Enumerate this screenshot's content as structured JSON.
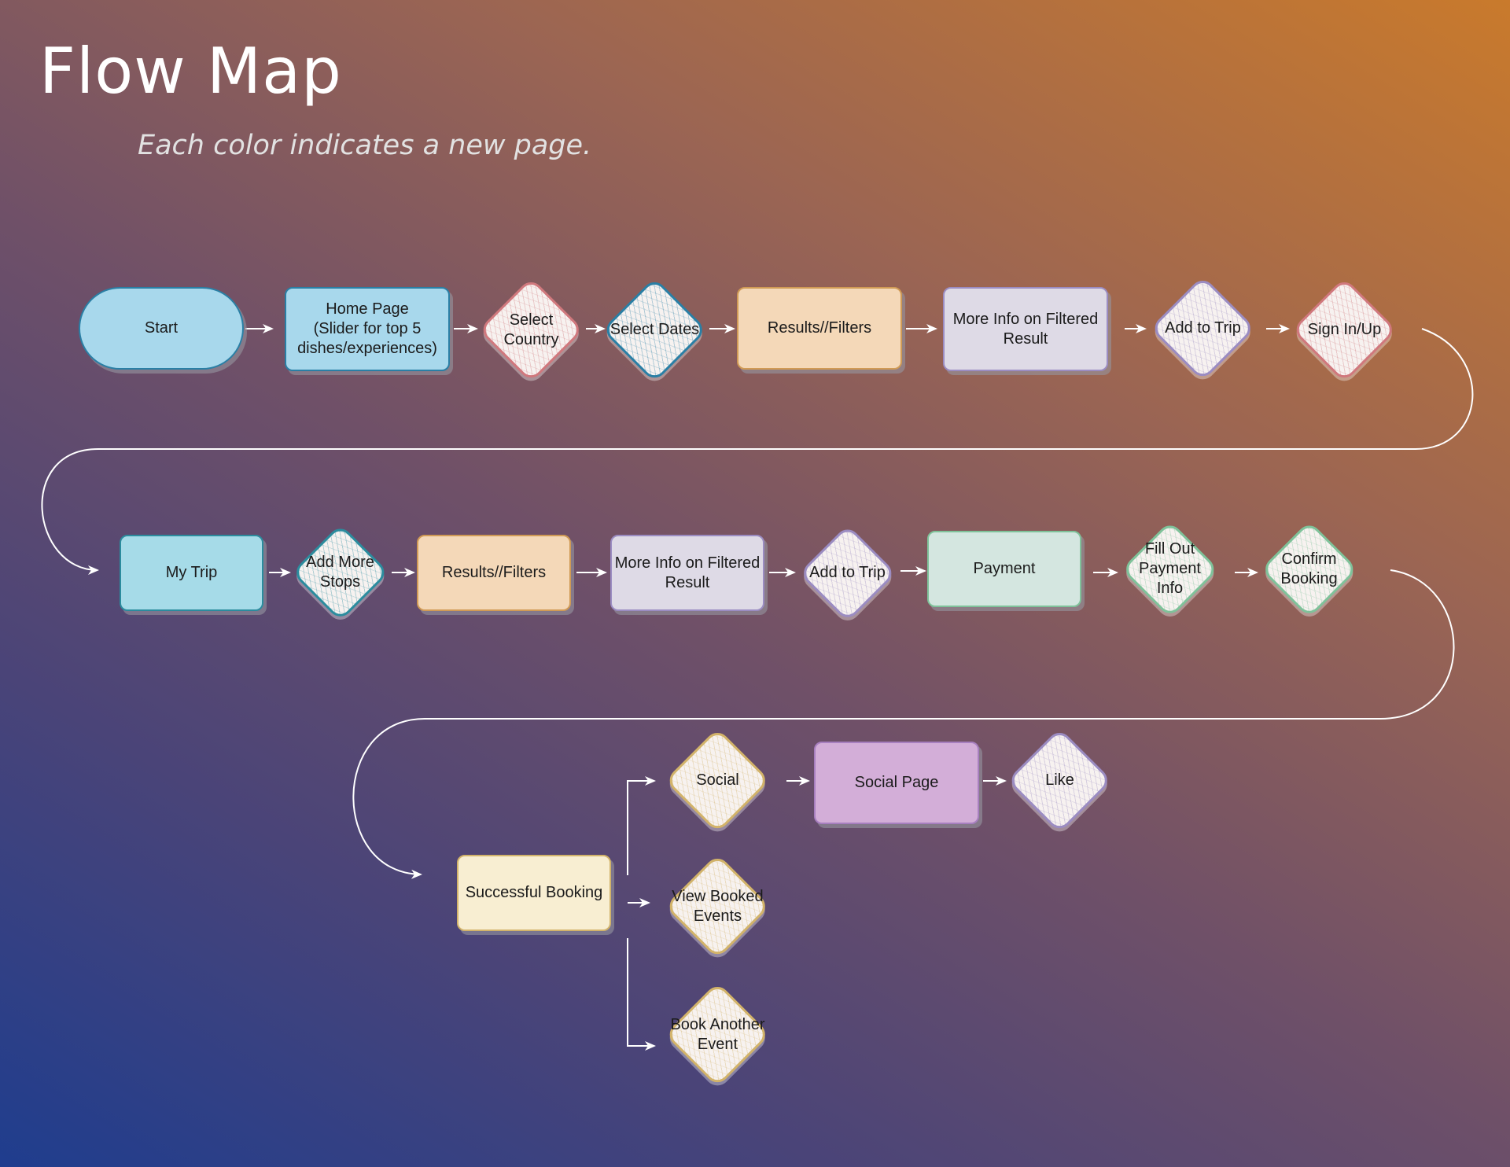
{
  "title": "Flow Map",
  "subtitle": "Each color indicates a new page.",
  "colors": {
    "blue": {
      "fill": "#a8d8ec",
      "stroke": "#2a7fa5"
    },
    "teal": {
      "fill": "#a6dbe8",
      "stroke": "#2b8c9e"
    },
    "peach": {
      "fill": "#f4d8b8",
      "stroke": "#d09a55"
    },
    "lilac": {
      "fill": "#dedae6",
      "stroke": "#9b8cc2"
    },
    "rose": {
      "fill": "#f2e7ea",
      "stroke": "#d0787d"
    },
    "mint": {
      "fill": "#d4e6e0",
      "stroke": "#7fc29a"
    },
    "cream": {
      "fill": "#f8eed2",
      "stroke": "#d2b36a"
    },
    "purple": {
      "fill": "#d3aed8",
      "stroke": "#a77fbf"
    },
    "arrow": "#ffffff"
  },
  "nodes": [
    {
      "id": "start",
      "label": "Start",
      "shape": "terminal",
      "color": "blue"
    },
    {
      "id": "home-page",
      "label": "Home Page\n(Slider for top 5\ndishes/experiences)",
      "shape": "box",
      "color": "blue"
    },
    {
      "id": "select-country",
      "label": "Select\nCountry",
      "shape": "diamond",
      "color": "rose"
    },
    {
      "id": "select-dates",
      "label": "Select Dates",
      "shape": "diamond",
      "color": "blue"
    },
    {
      "id": "results-filters-1",
      "label": "Results//Filters",
      "shape": "box",
      "color": "peach"
    },
    {
      "id": "more-info-1",
      "label": "More Info on Filtered\nResult",
      "shape": "box",
      "color": "lilac"
    },
    {
      "id": "add-to-trip-1",
      "label": "Add to Trip",
      "shape": "diamond",
      "color": "lilac"
    },
    {
      "id": "sign-in-up",
      "label": "Sign In/Up",
      "shape": "diamond",
      "color": "rose"
    },
    {
      "id": "my-trip",
      "label": "My Trip",
      "shape": "box",
      "color": "teal"
    },
    {
      "id": "add-more-stops",
      "label": "Add More\nStops",
      "shape": "diamond",
      "color": "teal"
    },
    {
      "id": "results-filters-2",
      "label": "Results//Filters",
      "shape": "box",
      "color": "peach"
    },
    {
      "id": "more-info-2",
      "label": "More Info on Filtered\nResult",
      "shape": "box",
      "color": "lilac"
    },
    {
      "id": "add-to-trip-2",
      "label": "Add to Trip",
      "shape": "diamond",
      "color": "lilac"
    },
    {
      "id": "payment",
      "label": "Payment",
      "shape": "box",
      "color": "mint"
    },
    {
      "id": "fill-out-payment",
      "label": "Fill Out\nPayment\nInfo",
      "shape": "diamond",
      "color": "mint"
    },
    {
      "id": "confirm-booking",
      "label": "Confirm\nBooking",
      "shape": "diamond",
      "color": "mint"
    },
    {
      "id": "successful-booking",
      "label": "Successful Booking",
      "shape": "box",
      "color": "cream"
    },
    {
      "id": "social",
      "label": "Social",
      "shape": "diamond",
      "color": "cream"
    },
    {
      "id": "social-page",
      "label": "Social Page",
      "shape": "box",
      "color": "purple"
    },
    {
      "id": "like",
      "label": "Like",
      "shape": "diamond",
      "color": "lilac"
    },
    {
      "id": "view-booked-events",
      "label": "View Booked\nEvents",
      "shape": "diamond",
      "color": "cream"
    },
    {
      "id": "book-another-event",
      "label": "Book Another\nEvent",
      "shape": "diamond",
      "color": "cream"
    }
  ],
  "edges": [
    {
      "from": "start",
      "to": "home-page"
    },
    {
      "from": "home-page",
      "to": "select-country"
    },
    {
      "from": "select-country",
      "to": "select-dates"
    },
    {
      "from": "select-dates",
      "to": "results-filters-1"
    },
    {
      "from": "results-filters-1",
      "to": "more-info-1"
    },
    {
      "from": "more-info-1",
      "to": "add-to-trip-1"
    },
    {
      "from": "add-to-trip-1",
      "to": "sign-in-up"
    },
    {
      "from": "sign-in-up",
      "to": "my-trip"
    },
    {
      "from": "my-trip",
      "to": "add-more-stops"
    },
    {
      "from": "add-more-stops",
      "to": "results-filters-2"
    },
    {
      "from": "results-filters-2",
      "to": "more-info-2"
    },
    {
      "from": "more-info-2",
      "to": "add-to-trip-2"
    },
    {
      "from": "add-to-trip-2",
      "to": "payment"
    },
    {
      "from": "payment",
      "to": "fill-out-payment"
    },
    {
      "from": "fill-out-payment",
      "to": "confirm-booking"
    },
    {
      "from": "confirm-booking",
      "to": "successful-booking"
    },
    {
      "from": "successful-booking",
      "to": "social"
    },
    {
      "from": "social",
      "to": "social-page"
    },
    {
      "from": "social-page",
      "to": "like"
    },
    {
      "from": "successful-booking",
      "to": "view-booked-events"
    },
    {
      "from": "successful-booking",
      "to": "book-another-event"
    }
  ]
}
